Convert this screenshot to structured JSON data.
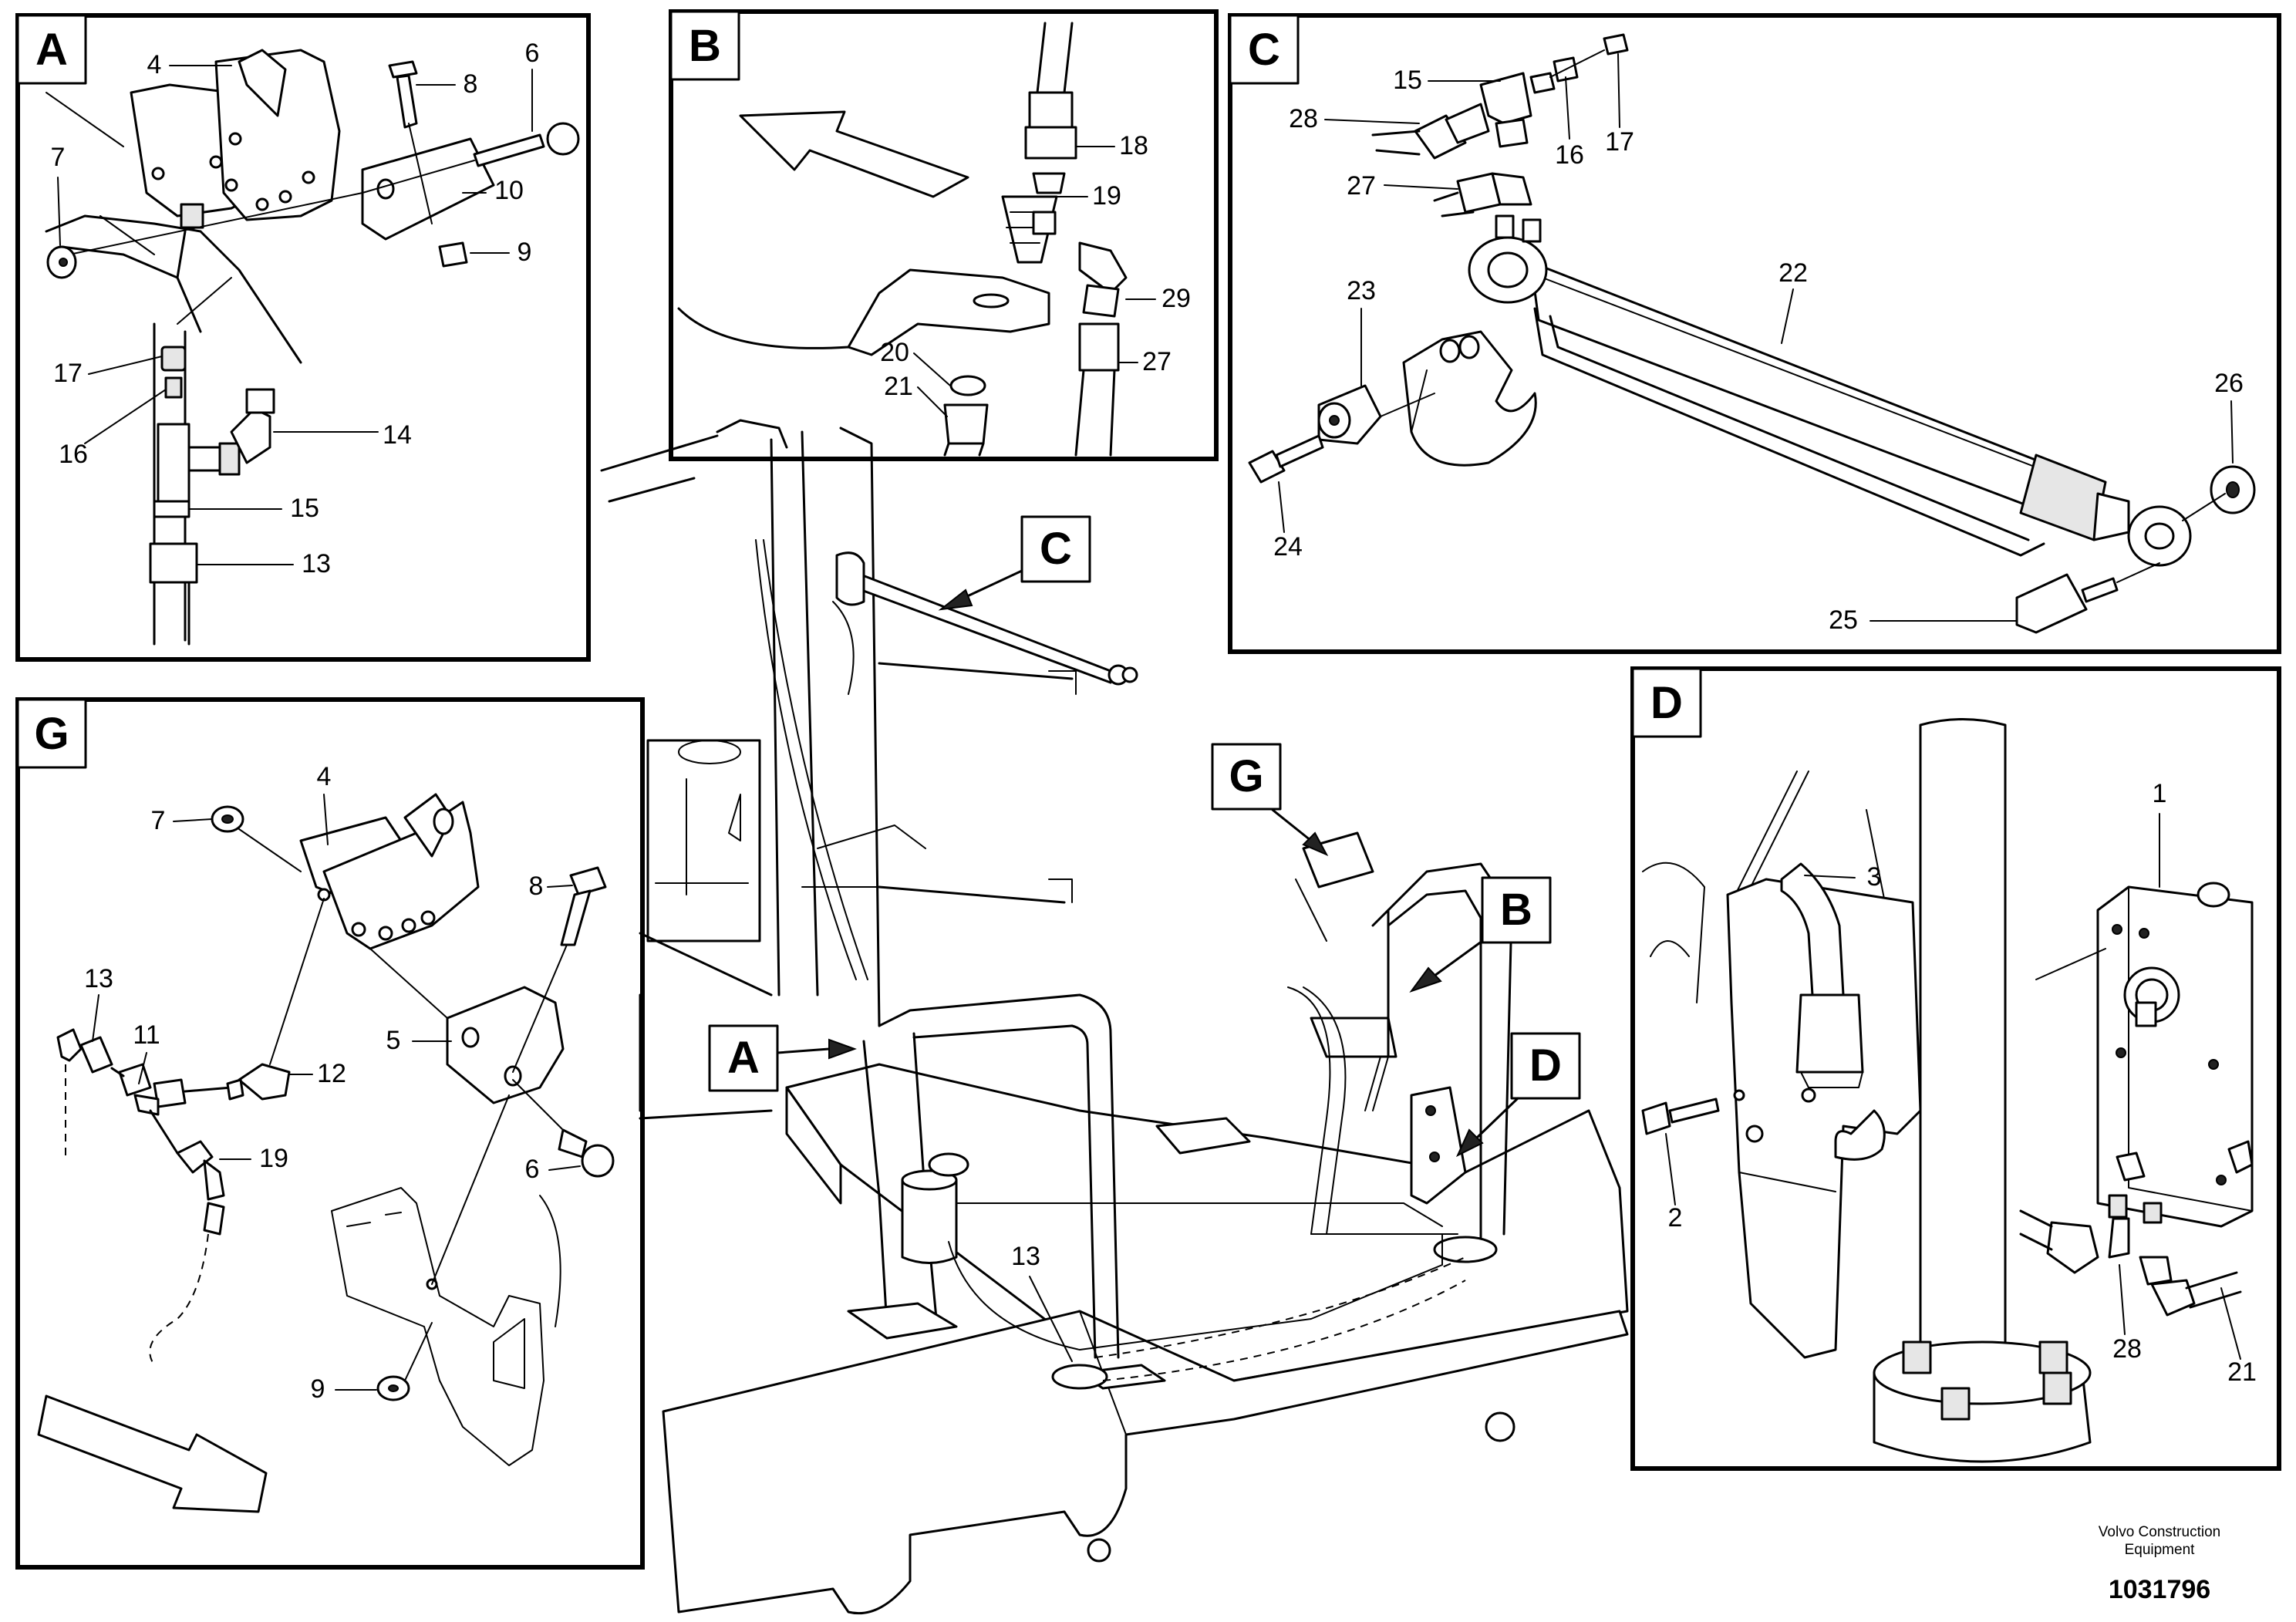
{
  "panels": {
    "A": {
      "letter": "A",
      "labels": {
        "l4": "4",
        "l8": "8",
        "l6": "6",
        "l10": "10",
        "l7": "7",
        "l9": "9",
        "l17": "17",
        "l16": "16",
        "l14": "14",
        "l15": "15",
        "l13": "13"
      }
    },
    "B": {
      "letter": "B",
      "labels": {
        "l18": "18",
        "l19": "19",
        "l29": "29",
        "l20": "20",
        "l27": "27",
        "l21": "21"
      }
    },
    "C": {
      "letter": "C",
      "labels": {
        "l15": "15",
        "l28": "28",
        "l16": "16",
        "l17": "17",
        "l27": "27",
        "l23": "23",
        "l22": "22",
        "l26": "26",
        "l24": "24",
        "l25": "25"
      }
    },
    "G": {
      "letter": "G",
      "labels": {
        "l7": "7",
        "l4": "4",
        "l8": "8",
        "l13": "13",
        "l11": "11",
        "l12": "12",
        "l5": "5",
        "l19": "19",
        "l6": "6",
        "l9": "9"
      }
    },
    "D": {
      "letter": "D",
      "labels": {
        "l1": "1",
        "l3": "3",
        "l2": "2",
        "l28": "28",
        "l21": "21"
      }
    }
  },
  "main": {
    "callouts": {
      "A": "A",
      "B": "B",
      "C": "C",
      "D": "D",
      "G": "G"
    },
    "part_13": "13"
  },
  "footer": {
    "line1": "Volvo Construction",
    "line2": "Equipment",
    "number": "1031796"
  }
}
